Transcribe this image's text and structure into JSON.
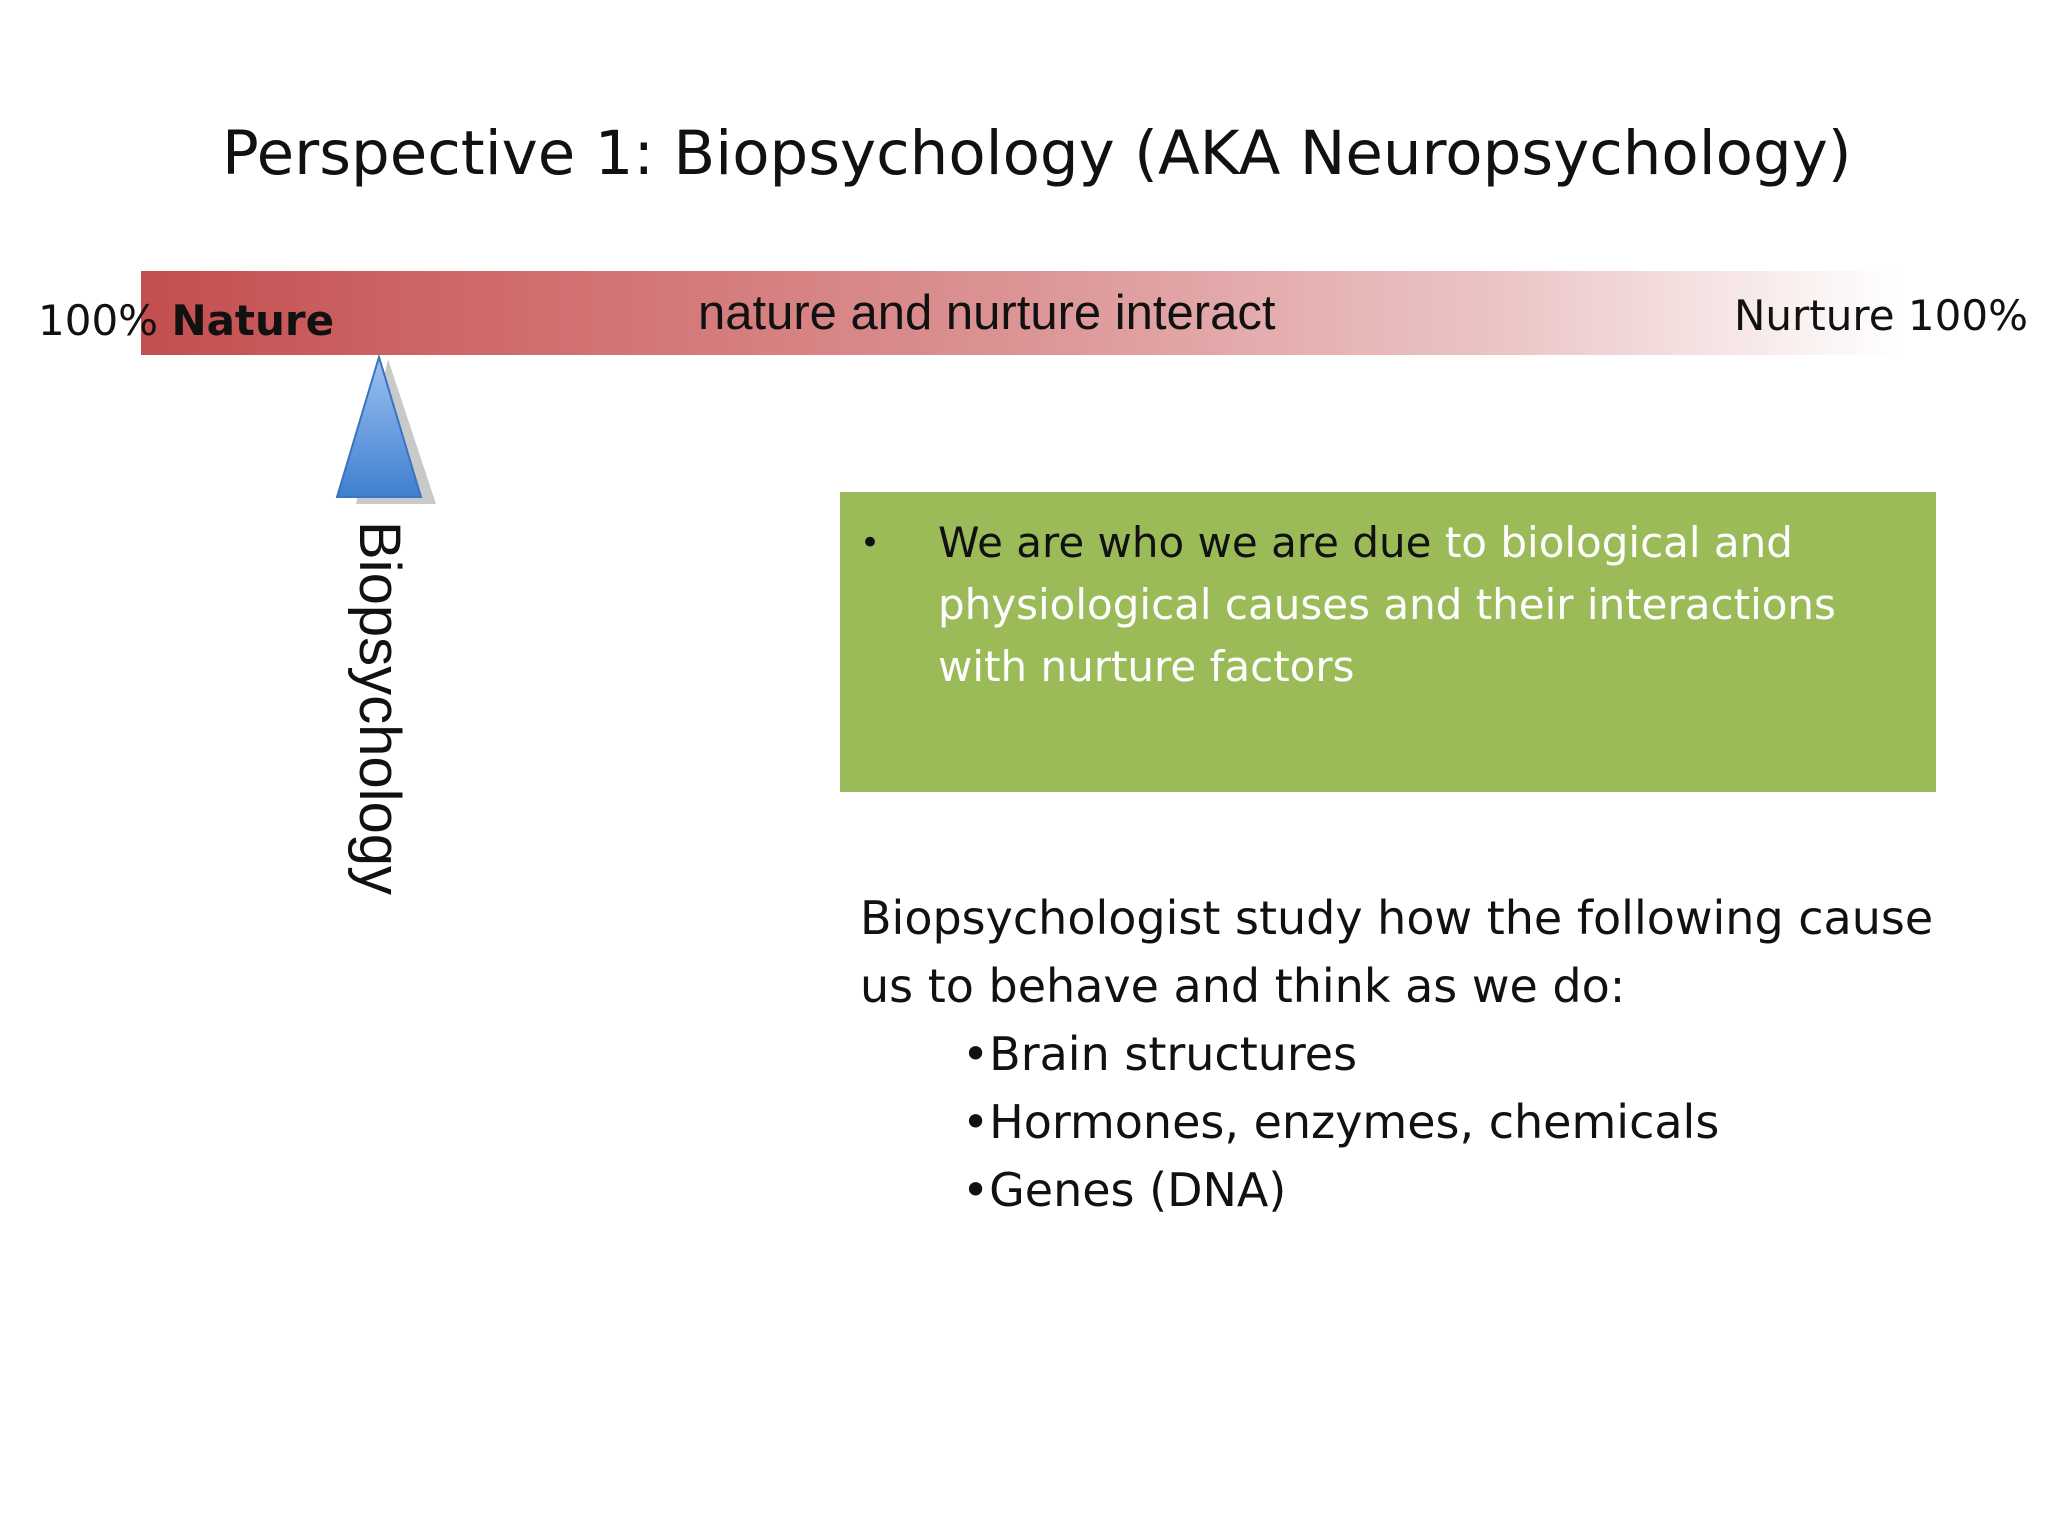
{
  "title": "Perspective 1: Biopsychology (AKA Neuropsychology)",
  "spectrum": {
    "left_percent": "100%",
    "left_word": "Nature",
    "middle": "nature and nurture interact",
    "right": "Nurture 100%",
    "pointer_label": "Biopsychology",
    "colors": {
      "nature_end": "#c44e50",
      "nurture_end": "#ffffff",
      "pointer": "#4a86d4"
    }
  },
  "callout": {
    "bullet": "•",
    "text_dark": "We are who we are due",
    "text_light": "to biological and physiological causes and their interactions with nurture factors",
    "background": "#9bbb59"
  },
  "study": {
    "intro": "Biopsychologist study how the following cause us to behave and think as we do:",
    "items": [
      "Brain structures",
      "Hormones, enzymes, chemicals",
      "Genes (DNA)"
    ]
  }
}
